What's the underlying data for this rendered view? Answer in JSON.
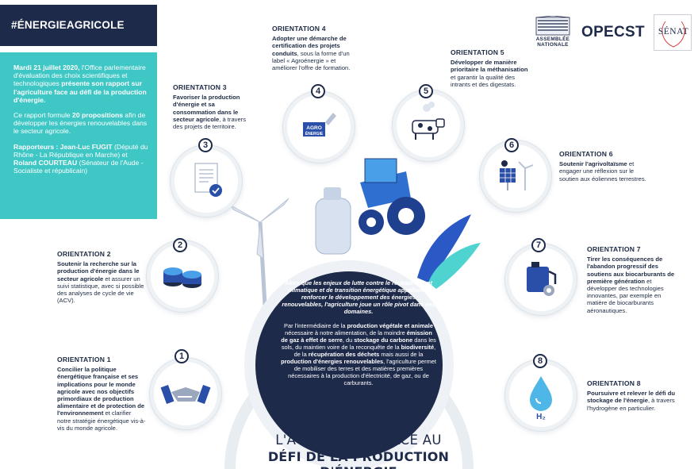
{
  "hashtag": "#ÉNERGIEAGRICOLE",
  "intro": {
    "p1_date": "Mardi 21 juillet 2020,",
    "p1_rest_a": " l'Office parlementaire d'évaluation des choix scientifiques et technologiques ",
    "p1_bold": "présente son rapport sur l'agriculture face au défi de la production d'énergie.",
    "p2_a": "Ce rapport formule ",
    "p2_bold": "20 propositions",
    "p2_b": " afin de développer les énergies renouvelables dans le secteur agricole.",
    "p3_label": "Rapporteurs : Jean-Luc FUGIT",
    "p3_a": " (Député du Rhône - La République en Marche) et ",
    "p3_name2": "Roland COURTEAU",
    "p3_b": " (Sénateur de l'Aude - Socialiste et républicain)"
  },
  "logos": {
    "assemblee_line1": "ASSEMBLÉE",
    "assemblee_line2": "NATIONALE",
    "opecst": "OPECST",
    "senat": "SÉNAT"
  },
  "icon_label_agro": "AGRO",
  "icon_label_energie": "ÉNERGIE",
  "icon_label_h2": "H₂",
  "orientations": [
    {
      "num": "1",
      "title": "ORIENTATION 1",
      "bold": "Concilier la politique énergétique française et ses implications pour le monde agricole avec nos objectifs primordiaux de production alimentaire et de protection de l'environnement",
      "rest": " et clarifier notre stratégie énergétique vis-à-vis du monde agricole."
    },
    {
      "num": "2",
      "title": "ORIENTATION 2",
      "bold": "Soutenir la recherche sur la production d'énergie dans le secteur agricole",
      "rest": " et assurer un suivi statistique, avec si possible des analyses de cycle de vie (ACV)."
    },
    {
      "num": "3",
      "title": "ORIENTATION 3",
      "bold": "Favoriser la production d'énergie et sa consommation dans le secteur agricole",
      "rest": ", à travers des projets de territoire."
    },
    {
      "num": "4",
      "title": "ORIENTATION 4",
      "bold": "Adopter une démarche de certification des projets conduits",
      "rest": ", sous la forme d'un label « Agroénergie » et améliorer l'offre de formation."
    },
    {
      "num": "5",
      "title": "ORIENTATION 5",
      "bold": "Développer de manière prioritaire la méthanisation",
      "rest": " et garantir la qualité des intrants et des digestats."
    },
    {
      "num": "6",
      "title": "ORIENTATION 6",
      "bold": "Soutenir l'agrivoltaïsme",
      "rest": " et engager une réflexion sur le soutien aux éoliennes terrestres."
    },
    {
      "num": "7",
      "title": "ORIENTATION 7",
      "bold": "Tirer les conséquences de l'abandon progressif des soutiens aux biocarburants de première génération",
      "rest": " et développer des technologies innovantes, par exemple en matière de biocarburants aéronautiques."
    },
    {
      "num": "8",
      "title": "ORIENTATION 8",
      "bold": "Poursuivre et relever le défi du stockage de l'énergie",
      "rest": ", à travers l'hydrogène en particulier."
    }
  ],
  "center": {
    "lead": "Alors que les enjeux de lutte contre le réchauffement climatique et de transition énergétique appellent à renforcer le développement des énergies renouvelables, l'agriculture joue un rôle pivot dans ces domaines.",
    "t1": "Par l'intermédiaire de la ",
    "b1": "production végétale et animale",
    "t2": " nécessaire à notre alimentation, de la moindre ",
    "b2": "émission de gaz à effet de serre",
    "t3": ", du ",
    "b3": "stockage du carbone",
    "t4": " dans les sols, du maintien voire de la reconquête de la ",
    "b4": "biodiversité",
    "t5": ", de la ",
    "b5": "récupération des déchets",
    "t6": " mais aussi de la ",
    "b6": "production d'énergies renouvelables",
    "t7": ", l'agriculture permet de mobiliser des terres et des matières premières nécessaires à la production d'électricité, de gaz, ou de carburants."
  },
  "title_line1": "L'AGRICULTURE FACE AU",
  "title_line2": "DÉFI DE LA PRODUCTION D'ÉNERGIE",
  "colors": {
    "navy": "#1e2a4a",
    "teal": "#3ec7c5",
    "blue": "#3b63c4"
  }
}
